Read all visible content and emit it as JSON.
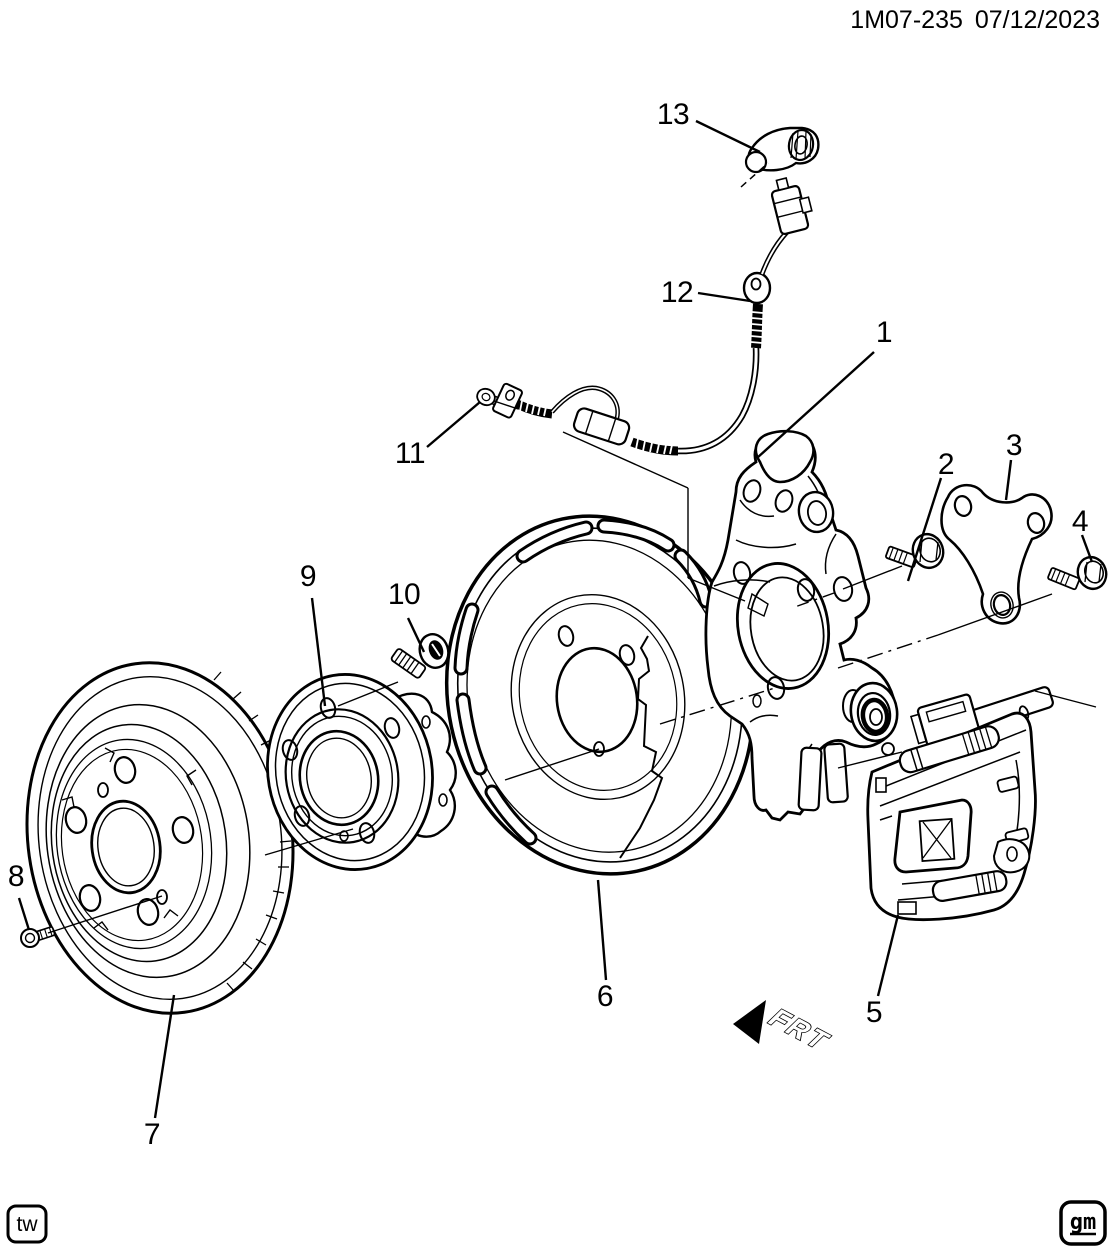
{
  "header": {
    "doc_number": "1M07-235",
    "date": "07/12/2023"
  },
  "callouts": [
    {
      "id": "1",
      "label": "1"
    },
    {
      "id": "2",
      "label": "2"
    },
    {
      "id": "3",
      "label": "3"
    },
    {
      "id": "4",
      "label": "4"
    },
    {
      "id": "5",
      "label": "5"
    },
    {
      "id": "6",
      "label": "6"
    },
    {
      "id": "7",
      "label": "7"
    },
    {
      "id": "8",
      "label": "8"
    },
    {
      "id": "9",
      "label": "9"
    },
    {
      "id": "10",
      "label": "10"
    },
    {
      "id": "11",
      "label": "11"
    },
    {
      "id": "12",
      "label": "12"
    },
    {
      "id": "13",
      "label": "13"
    }
  ],
  "direction_indicator": {
    "label": "FRT"
  },
  "footer": {
    "left_badge": "tw",
    "right_badge": "gm"
  },
  "colors": {
    "ink": "#000000",
    "paper": "#ffffff"
  }
}
